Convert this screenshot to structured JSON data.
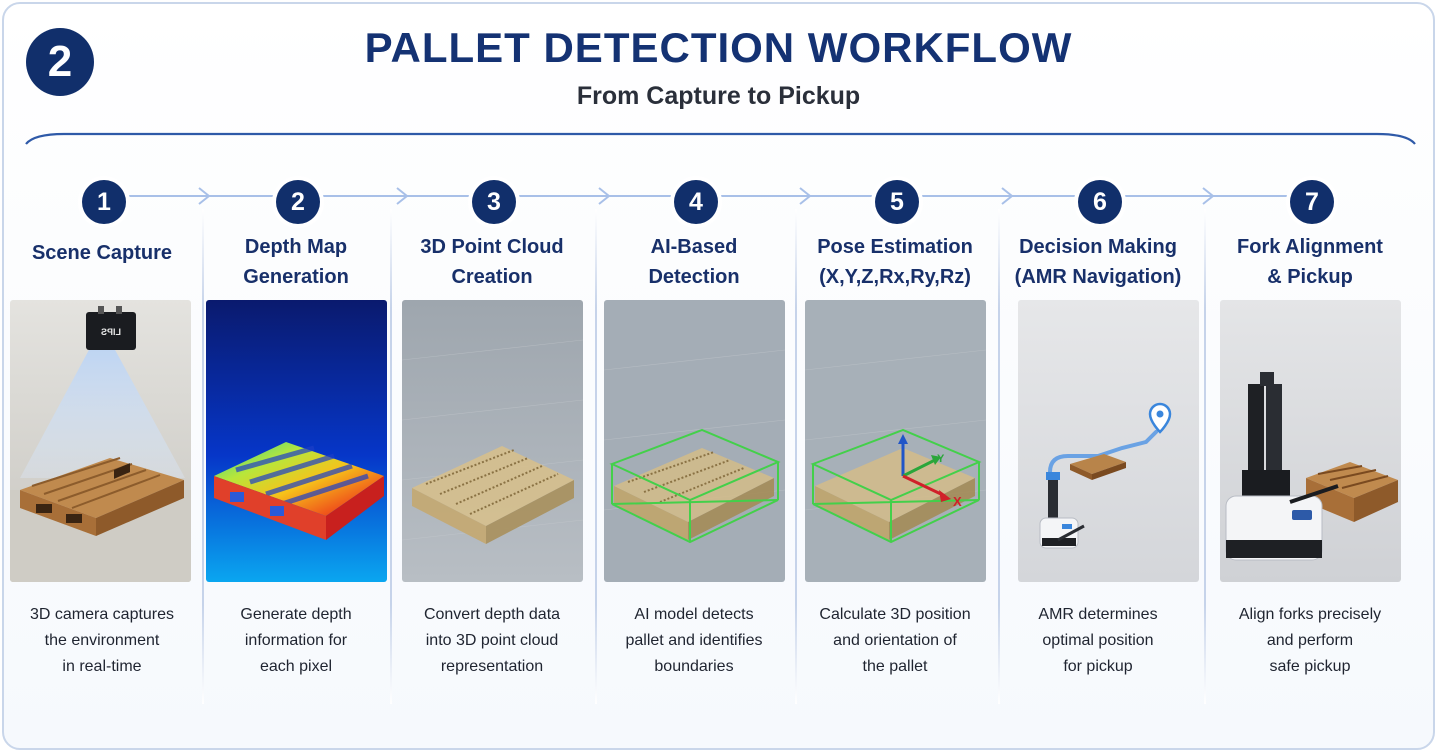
{
  "header": {
    "badge": "2",
    "title": "PALLET DETECTION WORKFLOW",
    "subtitle": "From Capture to Pickup"
  },
  "steps": [
    {
      "number": "1",
      "title": "Scene Capture",
      "desc": [
        "3D camera captures",
        "the environment",
        "in real-time"
      ]
    },
    {
      "number": "2",
      "title": "Depth Map Generation",
      "desc": [
        "Generate depth",
        "information for",
        "each pixel"
      ]
    },
    {
      "number": "3",
      "title": "3D Point Cloud Creation",
      "desc": [
        "Convert depth data",
        "into 3D point cloud",
        "representation"
      ]
    },
    {
      "number": "4",
      "title": "AI-Based Detection",
      "desc": [
        "AI model detects",
        "pallet and identifies",
        "boundaries"
      ]
    },
    {
      "number": "5",
      "title": "Pose Estimation (X,Y,Z,Rx,Ry,Rz)",
      "desc": [
        "Calculate 3D position",
        "and orientation of",
        "the pallet"
      ]
    },
    {
      "number": "6",
      "title": "Decision Making (AMR Navigation)",
      "desc": [
        "AMR determines",
        "optimal position",
        "for pickup"
      ]
    },
    {
      "number": "7",
      "title": "Fork Alignment & Pickup",
      "desc": [
        "Align forks precisely",
        "and perform",
        "safe pickup"
      ]
    }
  ],
  "headings": [
    [
      "Scene Capture"
    ],
    [
      "Depth Map",
      "Generation"
    ],
    [
      "3D Point Cloud",
      "Creation"
    ],
    [
      "AI-Based",
      "Detection"
    ],
    [
      "Pose Estimation",
      "(X,Y,Z,Rx,Ry,Rz)"
    ],
    [
      "Decision Making",
      "(AMR Navigation)"
    ],
    [
      "Fork Alignment",
      "& Pickup"
    ]
  ],
  "labels": {
    "camera_brand": "LIPS",
    "axis_x": "X",
    "axis_y": "Y"
  },
  "colors": {
    "navy": "#112f6b",
    "title": "#143273",
    "box_green": "#43d04a",
    "axis_red": "#d0202a",
    "axis_blue": "#2055c8",
    "axis_green": "#2aa63a"
  }
}
